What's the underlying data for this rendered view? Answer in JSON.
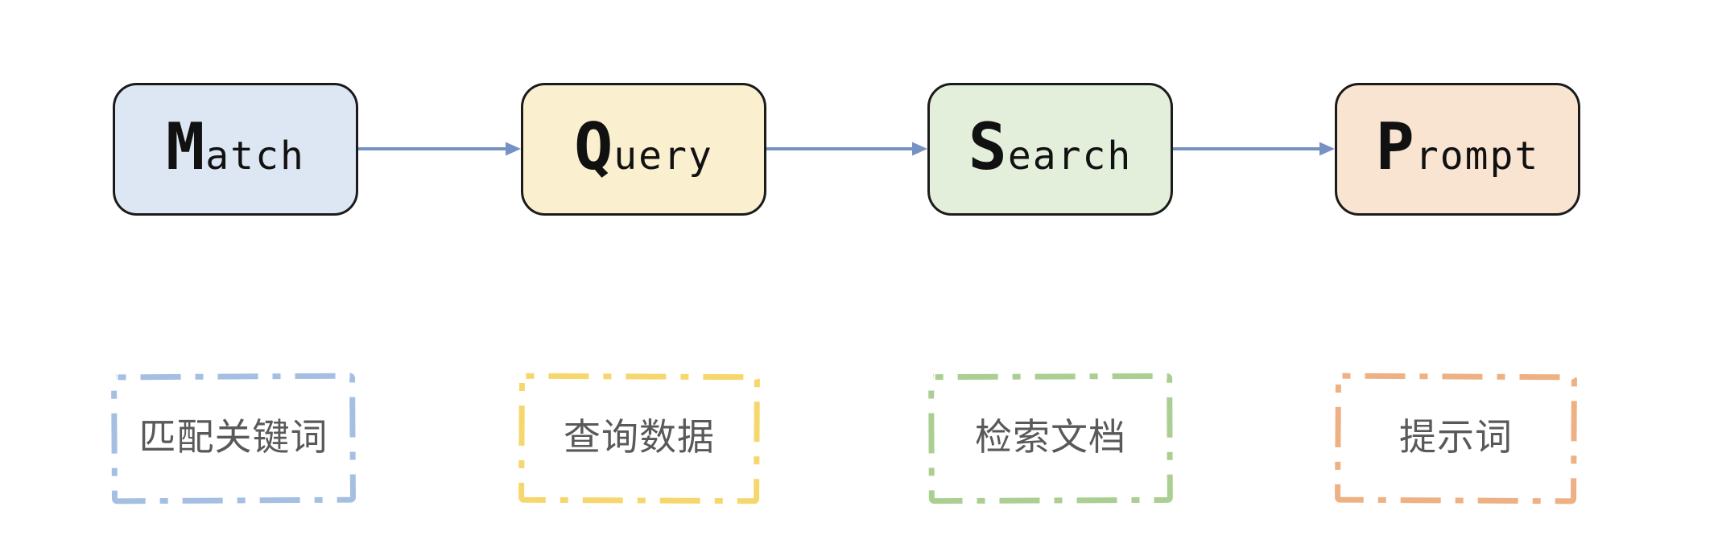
{
  "diagram": {
    "background": "#ffffff",
    "arrow_color": "#7592c3",
    "box_border_color": "#1b1b1b",
    "box_text_color": "#111111",
    "note_text_color": "#595959",
    "steps": [
      {
        "id": "match",
        "label": "Match",
        "box_fill": "#dde7f3",
        "note_label": "匹配关键词",
        "note_border_color": "#a5bfe2"
      },
      {
        "id": "query",
        "label": "Query",
        "box_fill": "#faf0d0",
        "note_label": "查询数据",
        "note_border_color": "#f6d76d"
      },
      {
        "id": "search",
        "label": "Search",
        "box_fill": "#e4efdb",
        "note_label": "检索文档",
        "note_border_color": "#abcf92"
      },
      {
        "id": "prompt",
        "label": "Prompt",
        "box_fill": "#f9e4d2",
        "note_label": "提示词",
        "note_border_color": "#edb183"
      }
    ]
  }
}
